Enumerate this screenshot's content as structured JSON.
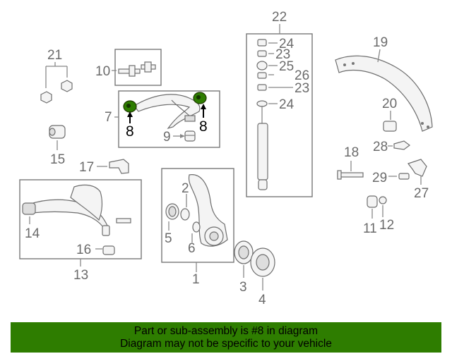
{
  "labels": {
    "l1": "1",
    "l2": "2",
    "l3": "3",
    "l4": "4",
    "l5": "5",
    "l6": "6",
    "l7": "7",
    "l8a": "8",
    "l8b": "8",
    "l9": "9",
    "l10": "10",
    "l11": "11",
    "l12": "12",
    "l13": "13",
    "l14": "14",
    "l15": "15",
    "l16": "16",
    "l17": "17",
    "l18": "18",
    "l19": "19",
    "l20": "20",
    "l21": "21",
    "l22": "22",
    "l23a": "23",
    "l23b": "23",
    "l24a": "24",
    "l24b": "24",
    "l25": "25",
    "l26": "26",
    "l27": "27",
    "l28": "28",
    "l29": "29"
  },
  "highlight_color": "#2e7d00",
  "banner": {
    "line1": "Part or sub-assembly is #8 in diagram",
    "line2": "Diagram may not be specific to your vehicle"
  }
}
